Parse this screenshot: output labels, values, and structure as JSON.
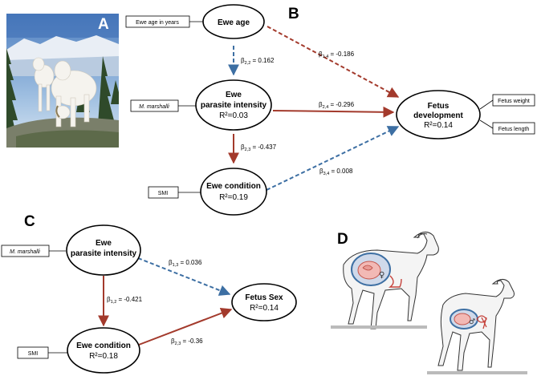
{
  "panels": {
    "A": "A",
    "B": "B",
    "C": "C",
    "D": "D"
  },
  "colors": {
    "red": "#a33a2c",
    "blue": "#3d6fa3",
    "sky": "#5f8dc4",
    "snow": "#ffffff",
    "forest": "#2f4a2a"
  },
  "panel_b": {
    "nodes": {
      "ewe_age": {
        "label": "Ewe age"
      },
      "ewe_parasite": {
        "line1": "Ewe",
        "line2": "parasite intensity",
        "r2": "R²=0.03"
      },
      "ewe_condition": {
        "label": "Ewe condition",
        "r2": "R²=0.19"
      },
      "fetus_dev": {
        "line1": "Fetus",
        "line2": "development",
        "r2": "R²=0.14"
      }
    },
    "boxes": {
      "age_years": "Ewe age in years",
      "m_marshalli": "M. marshalli",
      "smi": "SMI",
      "fetus_weight": "Fetus weight",
      "fetus_length": "Fetus length"
    },
    "coefficients": {
      "b14": {
        "beta": "β",
        "sub": "1,4",
        "value": " = -0.186"
      },
      "b22": {
        "beta": "β",
        "sub": "2,2",
        "value": " = 0.162"
      },
      "b24": {
        "beta": "β",
        "sub": "2,4",
        "value": " = -0.296"
      },
      "b23": {
        "beta": "β",
        "sub": "2,3",
        "value": " = -0.437"
      },
      "b34": {
        "beta": "β",
        "sub": "3,4",
        "value": " = 0.008"
      }
    }
  },
  "panel_c": {
    "nodes": {
      "ewe_parasite": {
        "line1": "Ewe",
        "line2": "parasite intensity"
      },
      "fetus_sex": {
        "label": "Fetus Sex",
        "r2": "R²=0.14"
      },
      "ewe_condition": {
        "label": "Ewe condition",
        "r2": "R²=0.18"
      }
    },
    "boxes": {
      "m_marshalli": "M. marshalli",
      "smi": "SMI"
    },
    "coefficients": {
      "b13": {
        "beta": "β",
        "sub": "1,3",
        "value": " = 0.036"
      },
      "b12": {
        "beta": "β",
        "sub": "1,2",
        "value": " = -0.421"
      },
      "b23": {
        "beta": "β",
        "sub": "2,3",
        "value": " = -0.36"
      }
    }
  },
  "panel_d": {
    "female_symbol": "♀",
    "male_symbol": "♂"
  }
}
